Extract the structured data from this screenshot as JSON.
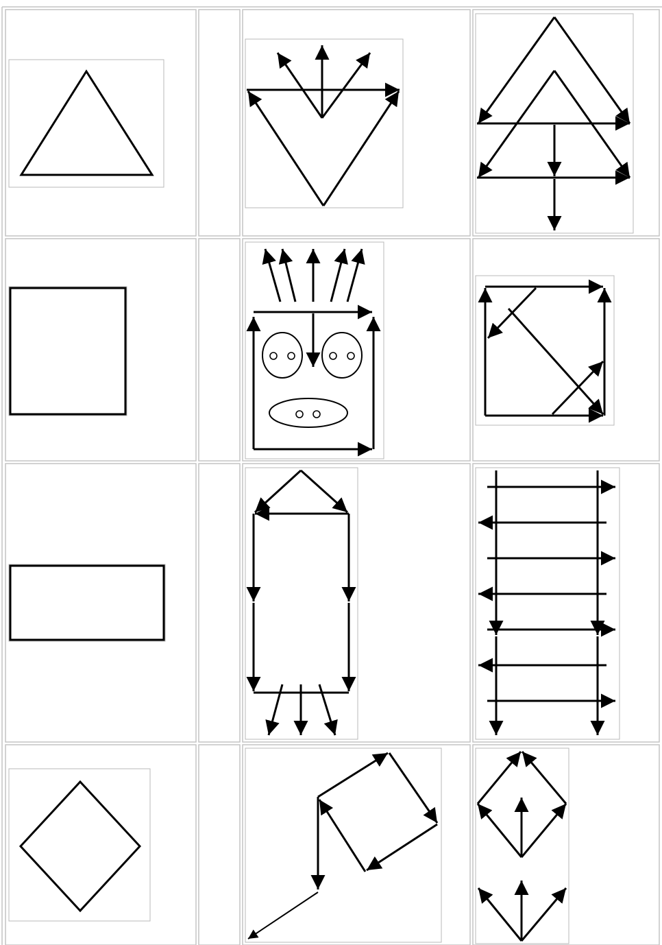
{
  "table": {
    "rows": [
      {
        "shape": "triangle",
        "col3": "triangle-arrow-construction",
        "col4": "double-triangle-arrow-construction"
      },
      {
        "shape": "square",
        "col3": "face-arrow-construction",
        "col4": "square-diagonal-arrow-construction"
      },
      {
        "shape": "rectangle",
        "col3": "house-arrow-construction",
        "col4": "ladder-arrow-construction"
      },
      {
        "shape": "diamond",
        "col3": "tilted-square-arrow-construction",
        "col4": "diamond-arrow-construction"
      }
    ]
  },
  "colors": {
    "ink": "#000000",
    "cell_border": "#c8c8c8",
    "image_border": "#b4b4b4",
    "background": "#ffffff"
  }
}
